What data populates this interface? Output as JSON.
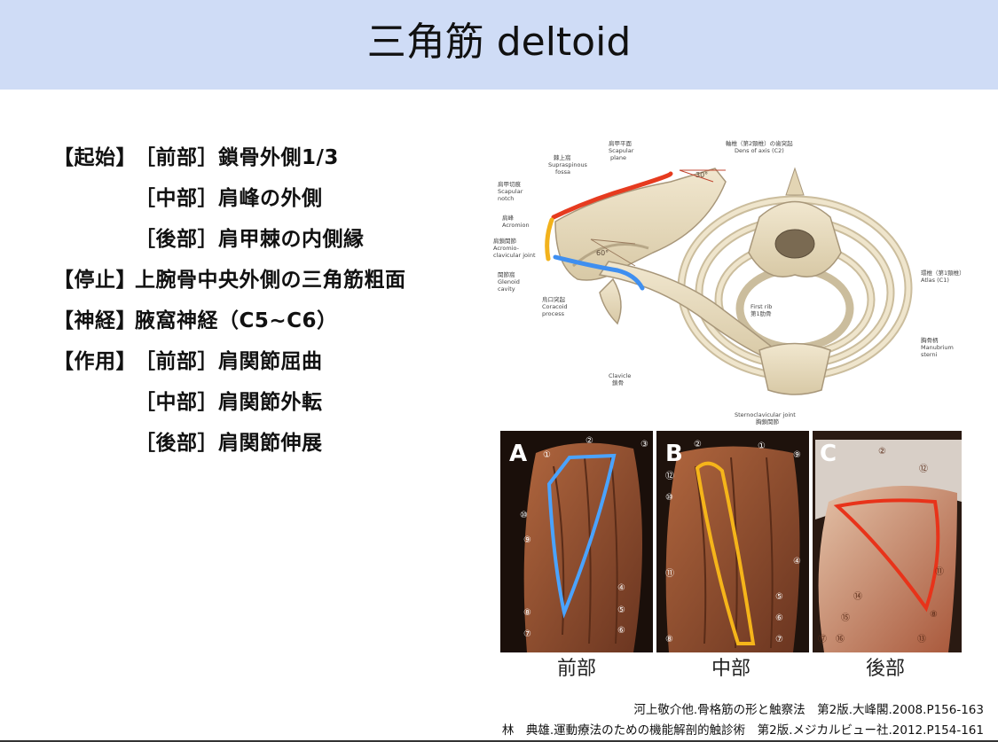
{
  "slide": {
    "title": "三角筋 deltoid"
  },
  "rows": [
    {
      "label": "【起始】",
      "text": "［前部］鎖骨外側1/3"
    },
    {
      "label": "",
      "text": "［中部］肩峰の外側"
    },
    {
      "label": "",
      "text": "［後部］肩甲棘の内側縁"
    },
    {
      "label": "【停止】",
      "text": "上腕骨中央外側の三角筋粗面"
    },
    {
      "label": "【神経】",
      "text": "腋窩神経（C5~C6）"
    },
    {
      "label": "【作用】",
      "text": "［前部］肩関節屈曲"
    },
    {
      "label": "",
      "text": "［中部］肩関節外転"
    },
    {
      "label": "",
      "text": "［後部］肩関節伸展"
    }
  ],
  "anatomy": {
    "labels_left": [
      {
        "jp": "肩甲切痕",
        "en1": "Scapular",
        "en2": "notch"
      },
      {
        "jp": "肩峰",
        "en1": "Acromion",
        "en2": ""
      },
      {
        "jp": "肩鎖関節",
        "en1": "Acromio-",
        "en2": "clavicular joint"
      },
      {
        "jp": "関節窩",
        "en1": "Glenoid",
        "en2": "cavity"
      },
      {
        "jp": "烏口突起",
        "en1": "Coracoid",
        "en2": "process"
      }
    ],
    "labels_top": [
      {
        "jp": "棘上窩",
        "en1": "Supraspinous",
        "en2": "fossa"
      },
      {
        "jp": "肩甲平面",
        "en1": "Scapular",
        "en2": "plane"
      },
      {
        "jp": "軸椎（第2頸椎）の歯突起",
        "en1": "Dens of axis (C2)",
        "en2": ""
      }
    ],
    "labels_right": [
      {
        "jp": "環椎（第1頸椎）",
        "en1": "Atlas (C1)",
        "en2": ""
      },
      {
        "jp": "胸骨柄",
        "en1": "Manubrium",
        "en2": "sterni"
      }
    ],
    "labels_inner": [
      {
        "jp": "第1肋骨",
        "en1": "First rib",
        "en2": ""
      },
      {
        "jp": "鎖骨",
        "en1": "Clavicle",
        "en2": ""
      },
      {
        "jp": "胸鎖関節",
        "en1": "Sternoclavicular joint",
        "en2": ""
      }
    ],
    "angle_top": "30°",
    "angle_mid": "60°",
    "colors": {
      "anterior": "#e63b1f",
      "middle": "#f2b21c",
      "posterior": "#3f8ff0",
      "bone": "#e8dcc0",
      "bone_edge": "#b9a98a"
    }
  },
  "photos": {
    "panels": [
      {
        "letter": "A",
        "caption": "前部",
        "outline": "#4aa3ff",
        "numbers": [
          "①",
          "②",
          "③",
          "④",
          "⑤",
          "⑥",
          "⑦",
          "⑧",
          "⑨",
          "⑩"
        ]
      },
      {
        "letter": "B",
        "caption": "中部",
        "outline": "#f5b51a",
        "numbers": [
          "①",
          "②",
          "④",
          "⑤",
          "⑥",
          "⑦",
          "⑧",
          "⑨",
          "⑩",
          "⑪",
          "⑫"
        ]
      },
      {
        "letter": "C",
        "caption": "後部",
        "outline": "#e8331a",
        "numbers": [
          "②",
          "⑧",
          "⑪",
          "⑫",
          "⑬",
          "⑭",
          "⑮",
          "⑯",
          "⑰"
        ]
      }
    ]
  },
  "references": [
    "河上敬介他.骨格筋の形と触察法　第2版.大峰閣.2008.P156-163",
    "林　典雄.運動療法のための機能解剖的触診術　第2版.メジカルビュー社.2012.P154-161"
  ]
}
